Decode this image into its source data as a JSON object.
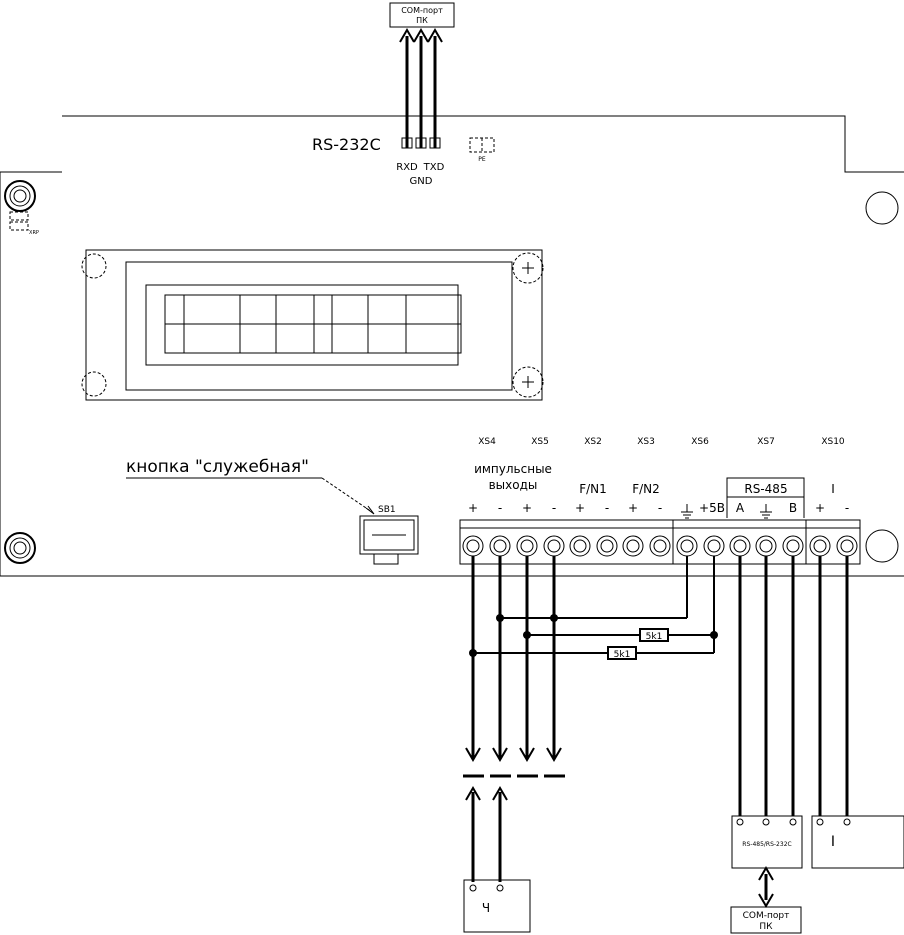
{
  "com_top": {
    "line1": "COM-порт",
    "line2": "ПК"
  },
  "com_bottom": {
    "line1": "COM-порт",
    "line2": "ПК"
  },
  "rs232": {
    "label": "RS-232C",
    "rxd": "RXD",
    "txd": "TXD",
    "gnd": "GND"
  },
  "pe_label": "PE",
  "xrp_label": "XRP",
  "button_label": "кнопка \"служебная\"",
  "sb1_label": "SB1",
  "connectors": [
    {
      "id": "XS4"
    },
    {
      "id": "XS5"
    },
    {
      "id": "XS2"
    },
    {
      "id": "XS3"
    },
    {
      "id": "XS6"
    },
    {
      "id": "XS7"
    },
    {
      "id": "XS10"
    }
  ],
  "group_labels": {
    "pulse_line1": "импульсные",
    "pulse_line2": "выходы",
    "fn1": "F/N1",
    "fn2": "F/N2",
    "rs485": "RS-485",
    "i": "I",
    "plus5v": "+5В",
    "a": "A",
    "b": "B"
  },
  "pin_signs": [
    "+",
    "-",
    "+",
    "-",
    "+",
    "-",
    "+",
    "-",
    "+",
    "-"
  ],
  "resistor_1": "5k1",
  "resistor_2": "5k1",
  "converter_label": "RS-485/RS-232C",
  "device_i": "I",
  "device_ch": "Ч"
}
